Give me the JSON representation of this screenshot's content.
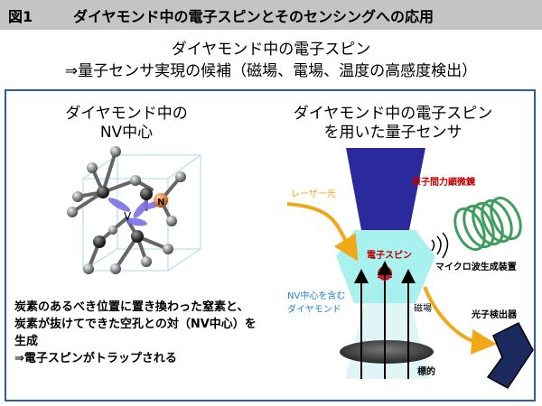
{
  "header": {
    "figure_number": "図1",
    "title": "ダイヤモンド中の電子スピンとそのセンシングへの応用"
  },
  "subtitle": {
    "line1": "ダイヤモンド中の電子スピン",
    "line2": "⇒量子センサ実現の候補（磁場、電場、温度の高感度検出）"
  },
  "left_panel": {
    "heading_line1": "ダイヤモンド中の",
    "heading_line2": "NV中心",
    "atom_label_v": "V",
    "atom_label_n": "N",
    "description": [
      "炭素のあるべき位置に置き換わった窒素と、",
      "炭素が抜けてできた空孔との対（NV中心）を",
      "生成",
      "⇒電子スピンがトラップされる"
    ]
  },
  "right_panel": {
    "heading_line1": "ダイヤモンド中の電子スピン",
    "heading_line2": "を用いた量子センサ",
    "label_afm": "原子間力顕微鏡",
    "label_laser": "レーザー光",
    "label_spin": "電子スピン",
    "label_microwave": "マイクロ波生成装置",
    "label_diamond_line1": "NV中心を含む",
    "label_diamond_line2": "ダイヤモンド",
    "label_field": "磁場",
    "label_detector": "光子検出器",
    "label_target": "標的"
  },
  "colors": {
    "header_bg": "#c4c4c4",
    "frame_border": "#2b5fa6",
    "afm_blue": "#2a2a9c",
    "laser_orange": "#f0a818",
    "diamond_cyan": "#9ff0ec",
    "spin_red": "#e0141e",
    "label_red": "#c00000",
    "label_blue": "#1a86d6",
    "coil_green": "#3f9d5e",
    "detector_navy": "#1b2a5c",
    "bond_purple": "#7b6ee6",
    "nitrogen_orange": "#e07a2a"
  }
}
